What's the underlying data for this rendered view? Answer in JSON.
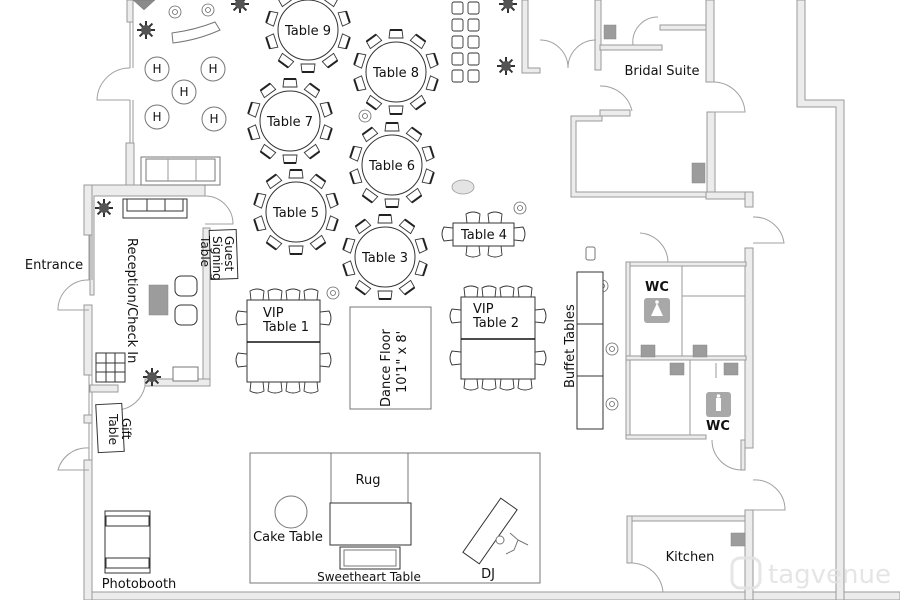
{
  "plan": {
    "rooms": {
      "bridal_suite": "Bridal Suite",
      "entrance": "Entrance",
      "reception": "Reception/Check In",
      "wc_women": "WC",
      "wc_men": "WC",
      "kitchen": "Kitchen"
    },
    "round_tables": [
      {
        "label": "Table 9"
      },
      {
        "label": "Table 8"
      },
      {
        "label": "Table 7"
      },
      {
        "label": "Table 6"
      },
      {
        "label": "Table 5"
      },
      {
        "label": "Table 3"
      }
    ],
    "table4": "Table 4",
    "vip1": {
      "line1": "VIP",
      "line2": "Table 1"
    },
    "vip2": {
      "line1": "VIP",
      "line2": "Table 2"
    },
    "dance_floor": {
      "line1": "Dance Floor",
      "line2": "10'1\" x 8'"
    },
    "guest_signing": {
      "line1": "Guest",
      "line2": "Signing",
      "line3": "Table"
    },
    "gift_table": {
      "line1": "Gift",
      "line2": "Table"
    },
    "buffet": "Buffet Tables",
    "rug": "Rug",
    "cake_table": "Cake Table",
    "sweetheart_table": "Sweetheart Table",
    "dj": "DJ",
    "photobooth": "Photobooth",
    "high_tables": [
      "H",
      "H",
      "H",
      "H",
      "H"
    ],
    "watermark": "tagvenue"
  }
}
